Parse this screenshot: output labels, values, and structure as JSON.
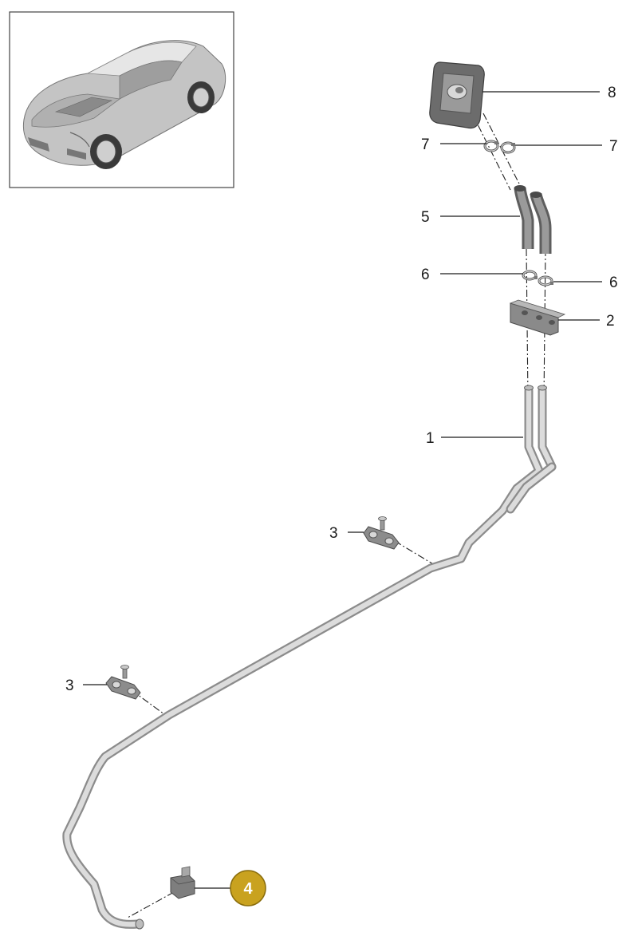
{
  "diagram": {
    "callouts": [
      {
        "id": "c8",
        "label": "8"
      },
      {
        "id": "c7a",
        "label": "7"
      },
      {
        "id": "c7b",
        "label": "7"
      },
      {
        "id": "c5",
        "label": "5"
      },
      {
        "id": "c6a",
        "label": "6"
      },
      {
        "id": "c6b",
        "label": "6"
      },
      {
        "id": "c2",
        "label": "2"
      },
      {
        "id": "c1",
        "label": "1"
      },
      {
        "id": "c3a",
        "label": "3"
      },
      {
        "id": "c3b",
        "label": "3"
      },
      {
        "id": "c4",
        "label": "4",
        "highlighted": true
      }
    ],
    "highlight_color": "#c9a21f",
    "thumbnail": {
      "subject": "car-thumbnail",
      "color": "#c8c8c8"
    }
  }
}
